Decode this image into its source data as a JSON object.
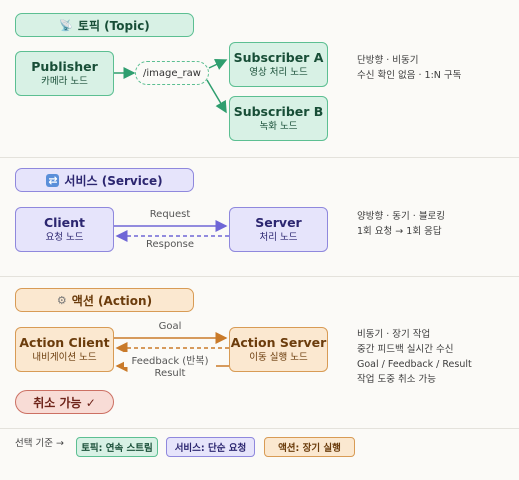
{
  "topic": {
    "header": "토픽 (Topic)",
    "icon": "satellite-icon",
    "publisher": {
      "title": "Publisher",
      "subtitle": "카메라 노드"
    },
    "channel": "/image_raw",
    "subscriber_a": {
      "title": "Subscriber A",
      "subtitle": "영상 처리 노드"
    },
    "subscriber_b": {
      "title": "Subscriber B",
      "subtitle": "녹화 노드"
    },
    "notes": [
      "단방향 · 비동기",
      "수신 확인 없음 · 1:N 구독"
    ]
  },
  "service": {
    "header": "서비스 (Service)",
    "icon": "repeat-icon",
    "client": {
      "title": "Client",
      "subtitle": "요청 노드"
    },
    "server": {
      "title": "Server",
      "subtitle": "처리 노드"
    },
    "request_label": "Request",
    "response_label": "Response",
    "notes": [
      "양방향 · 동기 · 블로킹",
      "1회 요청 → 1회 응답"
    ]
  },
  "action": {
    "header": "액션 (Action)",
    "icon": "gear-icon",
    "client": {
      "title": "Action Client",
      "subtitle": "내비게이션 노드"
    },
    "server": {
      "title": "Action Server",
      "subtitle": "이동 실행 노드"
    },
    "goal_label": "Goal",
    "feedback_label": "Feedback (반복)",
    "result_label": "Result",
    "notes": [
      "비동기 · 장기 작업",
      "중간 피드백 실시간 수신",
      "Goal / Feedback / Result",
      "작업 도중 취소 가능"
    ],
    "cancel_label": "취소 가능 ✓"
  },
  "legend": {
    "prefix": "선택 기준 →",
    "chips": [
      "토픽: 연속 스트림",
      "서비스: 단순 요청",
      "액션: 장기 실행"
    ]
  },
  "colors": {
    "green": "#2f9e6f",
    "purple": "#6f66d6",
    "orange": "#c97a2a"
  }
}
